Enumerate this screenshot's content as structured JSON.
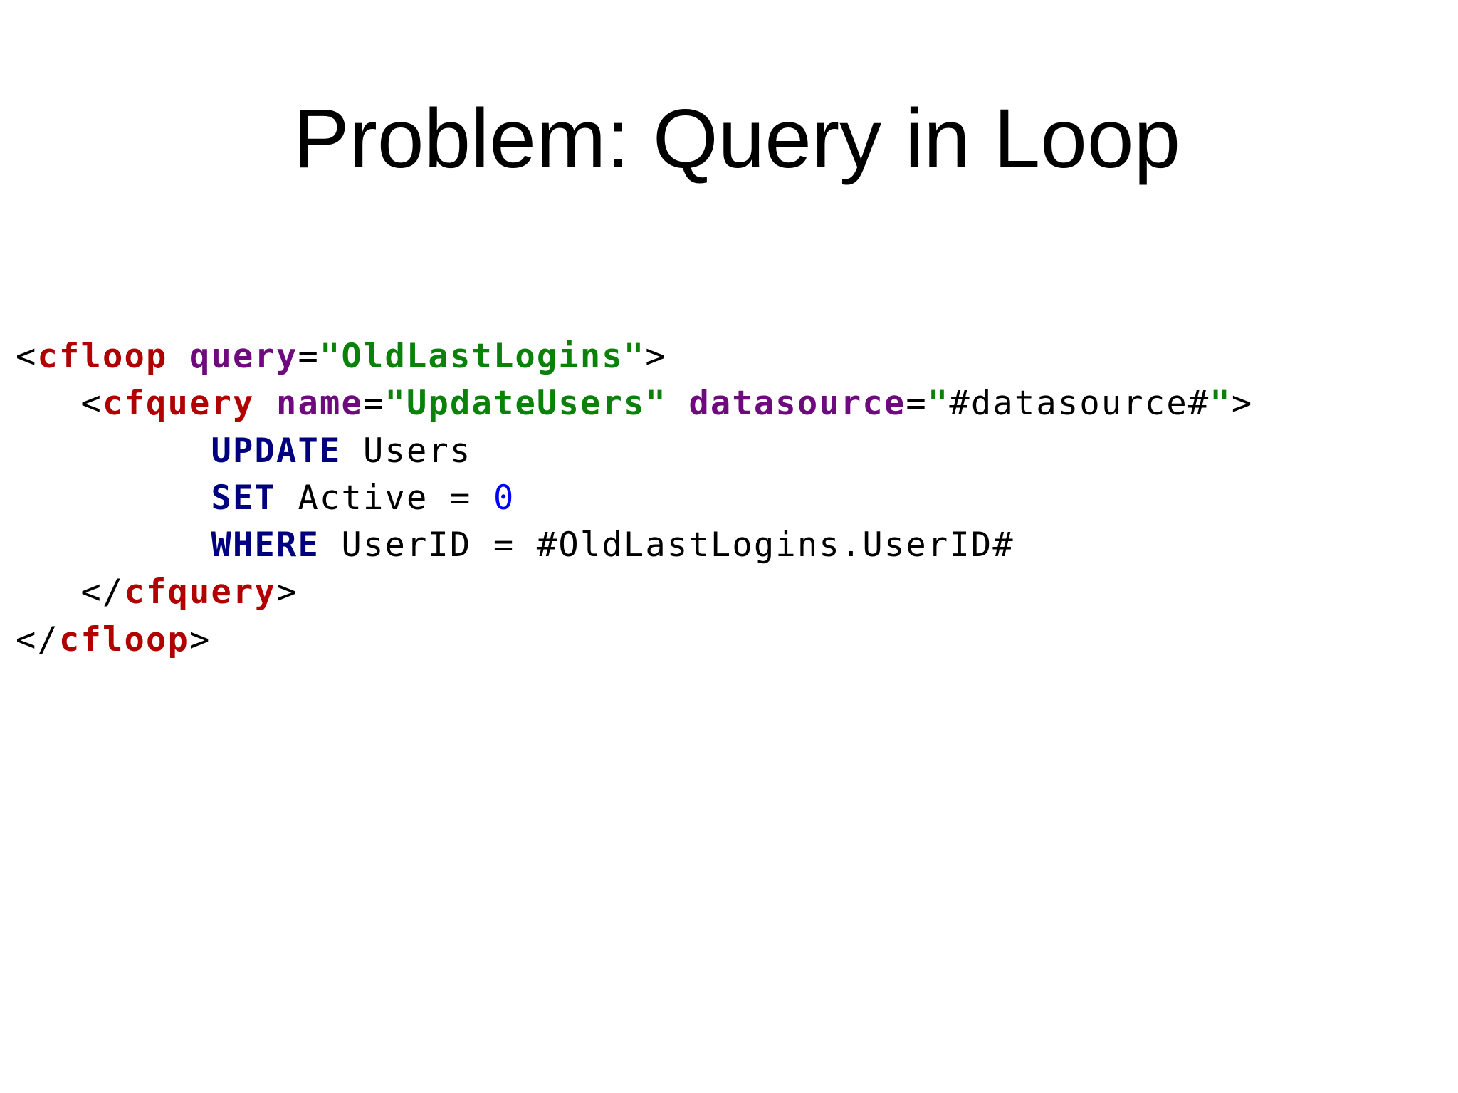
{
  "slide": {
    "title": "Problem: Query in Loop",
    "code_lines": [
      {
        "indent": "",
        "tokens": [
          {
            "type": "txt",
            "text": "<"
          },
          {
            "type": "tag",
            "text": "cfloop"
          },
          {
            "type": "txt",
            "text": " "
          },
          {
            "type": "attr",
            "text": "query"
          },
          {
            "type": "txt",
            "text": "="
          },
          {
            "type": "str",
            "text": "\"OldLastLogins\""
          },
          {
            "type": "txt",
            "text": ">"
          }
        ]
      },
      {
        "indent": "   ",
        "tokens": [
          {
            "type": "txt",
            "text": "<"
          },
          {
            "type": "tag",
            "text": "cfquery"
          },
          {
            "type": "txt",
            "text": " "
          },
          {
            "type": "attr",
            "text": "name"
          },
          {
            "type": "txt",
            "text": "="
          },
          {
            "type": "str",
            "text": "\"UpdateUsers\""
          },
          {
            "type": "txt",
            "text": " "
          },
          {
            "type": "attr",
            "text": "datasource"
          },
          {
            "type": "txt",
            "text": "="
          },
          {
            "type": "str",
            "text": "\""
          },
          {
            "type": "txt",
            "text": "#datasource#"
          },
          {
            "type": "str",
            "text": "\""
          },
          {
            "type": "txt",
            "text": ">"
          }
        ]
      },
      {
        "indent": "         ",
        "tokens": [
          {
            "type": "kw",
            "text": "UPDATE"
          },
          {
            "type": "txt",
            "text": " Users"
          }
        ]
      },
      {
        "indent": "         ",
        "tokens": [
          {
            "type": "kw",
            "text": "SET"
          },
          {
            "type": "txt",
            "text": " Active = "
          },
          {
            "type": "num",
            "text": "0"
          }
        ]
      },
      {
        "indent": "         ",
        "tokens": [
          {
            "type": "kw",
            "text": "WHERE"
          },
          {
            "type": "txt",
            "text": " UserID = #OldLastLogins.UserID#"
          }
        ]
      },
      {
        "indent": "   ",
        "tokens": [
          {
            "type": "txt",
            "text": "</"
          },
          {
            "type": "tag",
            "text": "cfquery"
          },
          {
            "type": "txt",
            "text": ">"
          }
        ]
      },
      {
        "indent": "",
        "tokens": [
          {
            "type": "txt",
            "text": "</"
          },
          {
            "type": "tag",
            "text": "cfloop"
          },
          {
            "type": "txt",
            "text": ">"
          }
        ]
      }
    ]
  },
  "colors": {
    "background": "#ffffff",
    "tag": "#b00000",
    "attribute": "#6e0a7e",
    "string": "#0a820a",
    "keyword": "#00007f",
    "number": "#0000ff",
    "text": "#000000"
  }
}
